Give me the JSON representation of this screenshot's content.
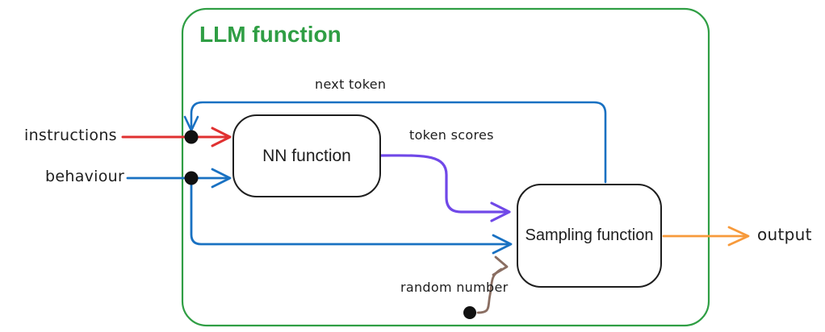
{
  "diagram": {
    "container_title": "LLM function",
    "boxes": {
      "nn": {
        "label": "NN function"
      },
      "sampling": {
        "label": "Sampling function"
      }
    },
    "labels": {
      "instructions": "instructions",
      "behaviour": "behaviour",
      "next_token": "next token",
      "token_scores": "token scores",
      "random_number": "random number",
      "output": "output"
    },
    "colors": {
      "green": "#2f9e44",
      "red": "#e03131",
      "blue": "#1971c2",
      "purple": "#7048e8",
      "orange": "#f79a3b",
      "brown": "#8a6e62",
      "ink": "#1e1e1e"
    }
  }
}
